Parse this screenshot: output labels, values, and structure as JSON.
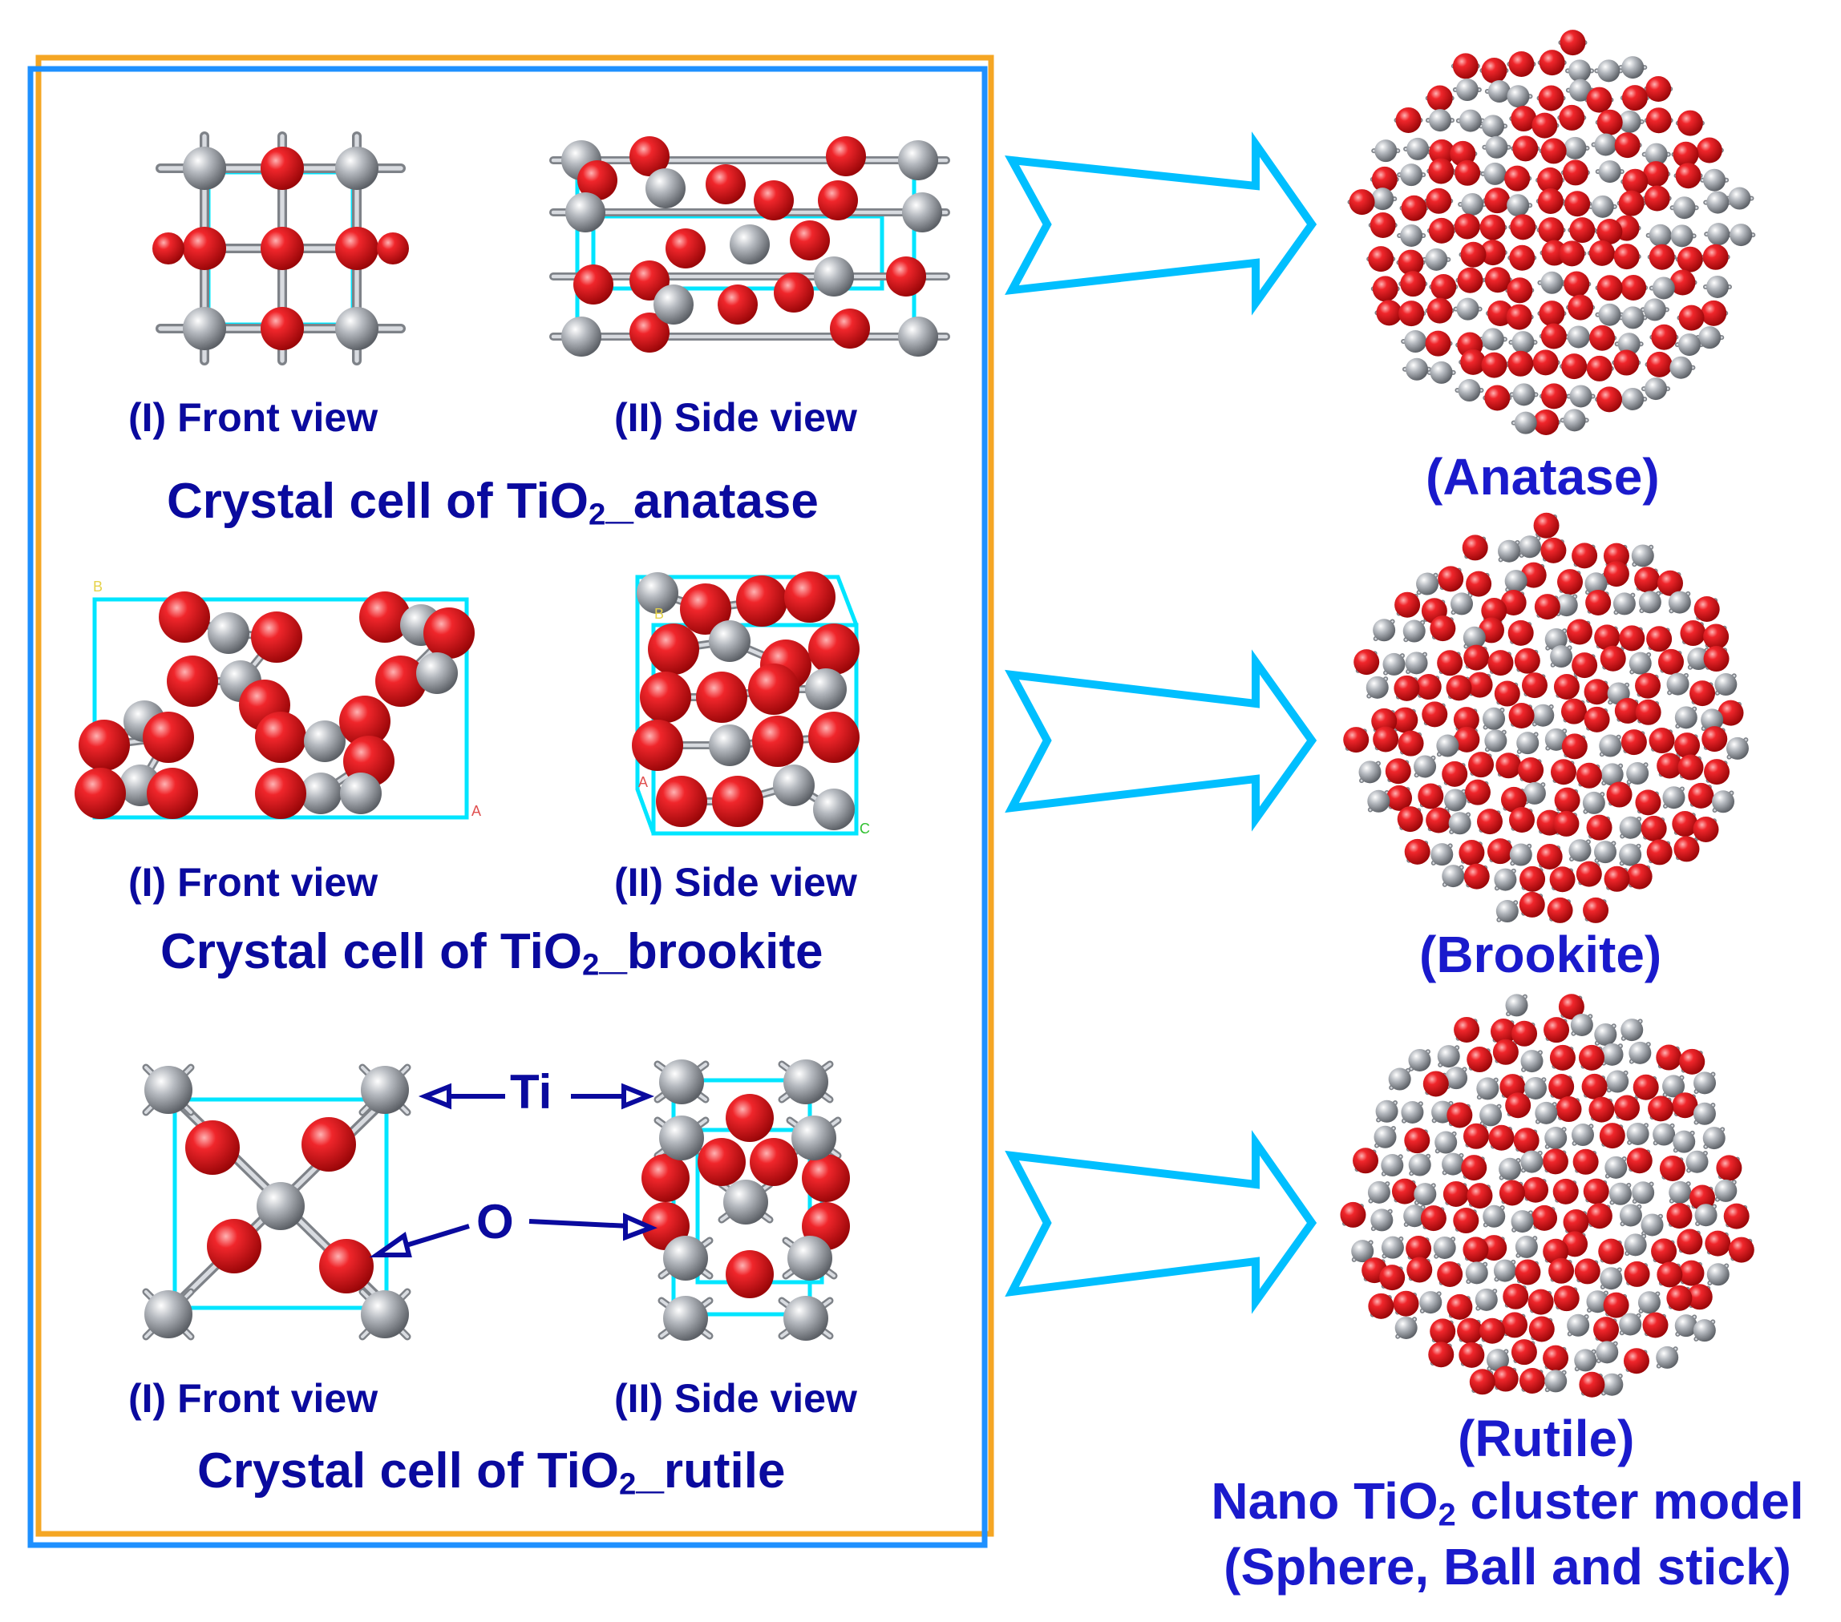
{
  "colors": {
    "outer_frame": "#f5a623",
    "inner_frame": "#1e90ff",
    "arrow": "#00bfff",
    "cell_edge": "#00e5ff",
    "oxygen": "#e8161b",
    "titanium": "#b8bcc2",
    "label_text": "#0a0a9e",
    "phase_text": "#1a1acc"
  },
  "panels": {
    "anatase": {
      "front_label": "(I) Front view",
      "side_label": "(II) Side view",
      "caption_pre": "Crystal cell of TiO",
      "caption_sub": "2",
      "caption_post": "_anatase"
    },
    "brookite": {
      "front_label": "(I) Front view",
      "side_label": "(II) Side view",
      "caption_pre": "Crystal cell of TiO",
      "caption_sub": "2",
      "caption_post": "_brookite",
      "axis_letters": [
        "B",
        "A",
        "B",
        "A",
        "C"
      ]
    },
    "rutile": {
      "front_label": "(I) Front view",
      "side_label": "(II) Side view",
      "caption_pre": "Crystal cell of TiO",
      "caption_sub": "2",
      "caption_post": "_rutile",
      "ti_label": "Ti",
      "o_label": "O"
    }
  },
  "clusters": {
    "anatase_label": "(Anatase)",
    "brookite_label": "(Brookite)",
    "rutile_label": "(Rutile)",
    "model_line1_pre": "Nano TiO",
    "model_line1_sub": "2",
    "model_line1_post": " cluster model",
    "model_line2": "(Sphere, Ball and stick)"
  }
}
